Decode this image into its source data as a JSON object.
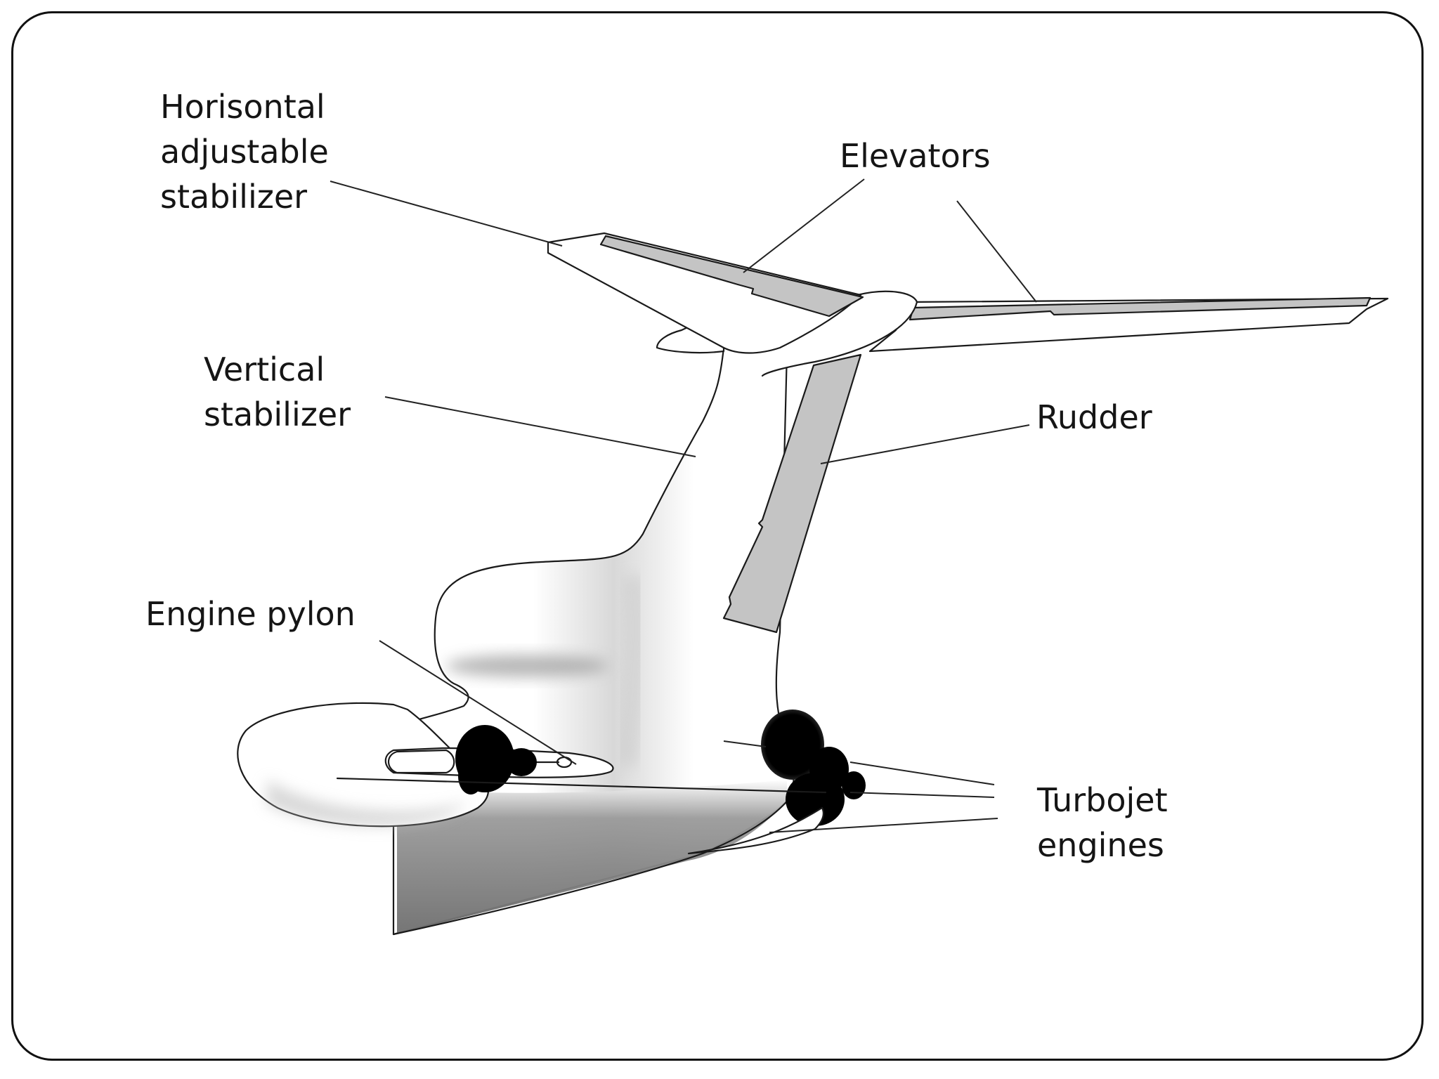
{
  "labels": {
    "horizontal_stabilizer": [
      "Horisontal",
      "adjustable",
      "stabilizer"
    ],
    "elevators": "Elevators",
    "vertical_stabilizer": [
      "Vertical",
      "stabilizer"
    ],
    "rudder": "Rudder",
    "engine_pylon": "Engine pylon",
    "turbojet_engines": [
      "Turbojet",
      "engines"
    ]
  },
  "colors": {
    "fill_white": "#ffffff",
    "control_surface_gray": "#c4c4c4",
    "underside_gray": "#7a7a7a",
    "engine_black": "#000000",
    "outline": "#1a1a1a"
  }
}
